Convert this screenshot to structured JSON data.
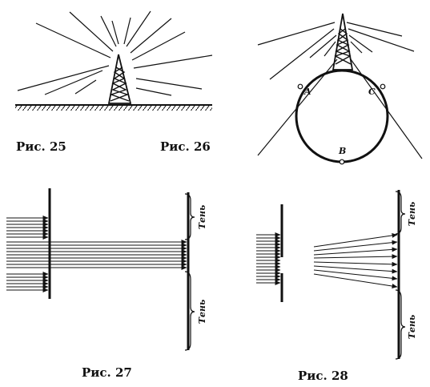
{
  "captions": {
    "fig25": "Рис. 25",
    "fig26": "Рис. 26",
    "fig27": "Рис. 27",
    "fig28": "Рис. 28"
  },
  "points": {
    "a": "A",
    "b": "B",
    "c": "C"
  },
  "shadow_label": "Тень"
}
